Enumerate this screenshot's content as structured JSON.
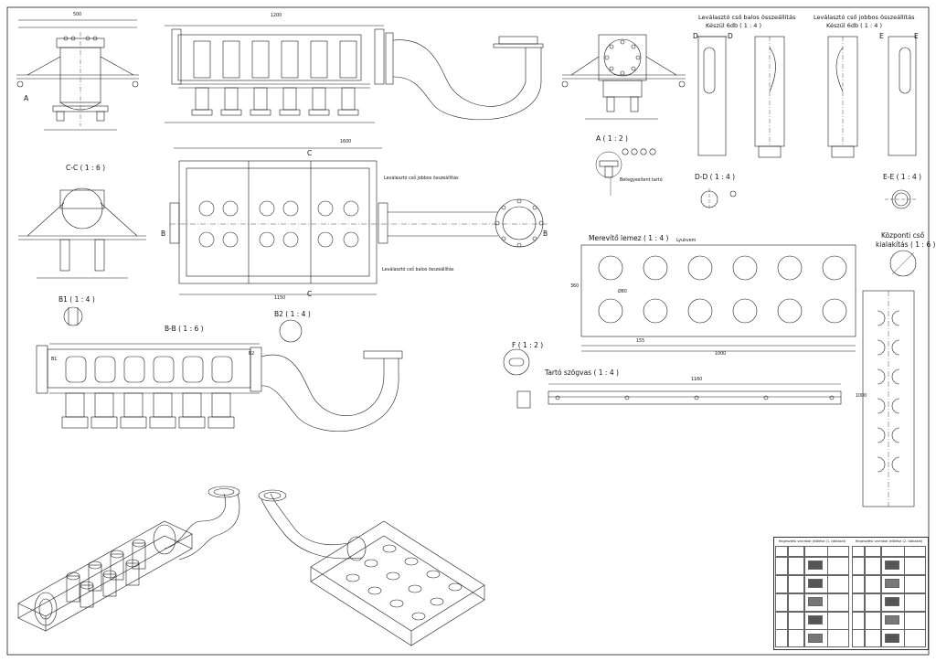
{
  "sheet": {
    "line_color": "#1a1a1a",
    "background": "#ffffff"
  },
  "views": {
    "cc": "C-C ( 1 : 6 )",
    "bb": "B-B ( 1 : 6 )",
    "b1": "B1 ( 1 : 4 )",
    "b2": "B2 ( 1 : 4 )",
    "a_detail": "A ( 1 : 2 )",
    "dd": "D-D ( 1 : 4 )",
    "ee": "E-E ( 1 : 4 )",
    "f_detail": "F ( 1 : 2 )",
    "left_assembly_1": "Leválasztó cső balos összeállítás",
    "left_assembly_2": "Készül 6db ( 1 : 4 )",
    "right_assembly_1": "Leválasztó cső jobbos összeállítás",
    "right_assembly_2": "Készül 6db ( 1 : 4 )",
    "stiffener_plate": "Merevítő lemez ( 1 : 4 )",
    "support_angle": "Tartó szögvas ( 1 : 4 )",
    "central_pipe_1": "Központi cső",
    "central_pipe_2": "kialakítás ( 1 : 6 )"
  },
  "callouts": {
    "left_assembly_ref": "Leválasztó cső jobbos összeállítás",
    "right_assembly_ref": "Leválasztó cső balos összeállítás",
    "holder_ref": "Betegyesítent tartó",
    "cut_through": "Lyukvem"
  },
  "section_marks": {
    "a": "A",
    "b": "B",
    "c": "C",
    "d": "D",
    "e": "E",
    "b1": "B1",
    "b2": "B2"
  },
  "dimensions": {
    "top_overall": "1200",
    "top_mid": "500",
    "plan_width": "1600",
    "plan_bottom": "1150",
    "stiffener_total": "1000",
    "stiffener_height": "360",
    "angle_length": "1160",
    "central_pipe_len": "1000",
    "pitch": "155",
    "dia": "Ø80"
  },
  "title_block": {
    "left_title": "Hegesztési varratok jelölése (1. táblázat)",
    "right_title": "Hegesztési varratok jelölése (2. táblázat)"
  }
}
